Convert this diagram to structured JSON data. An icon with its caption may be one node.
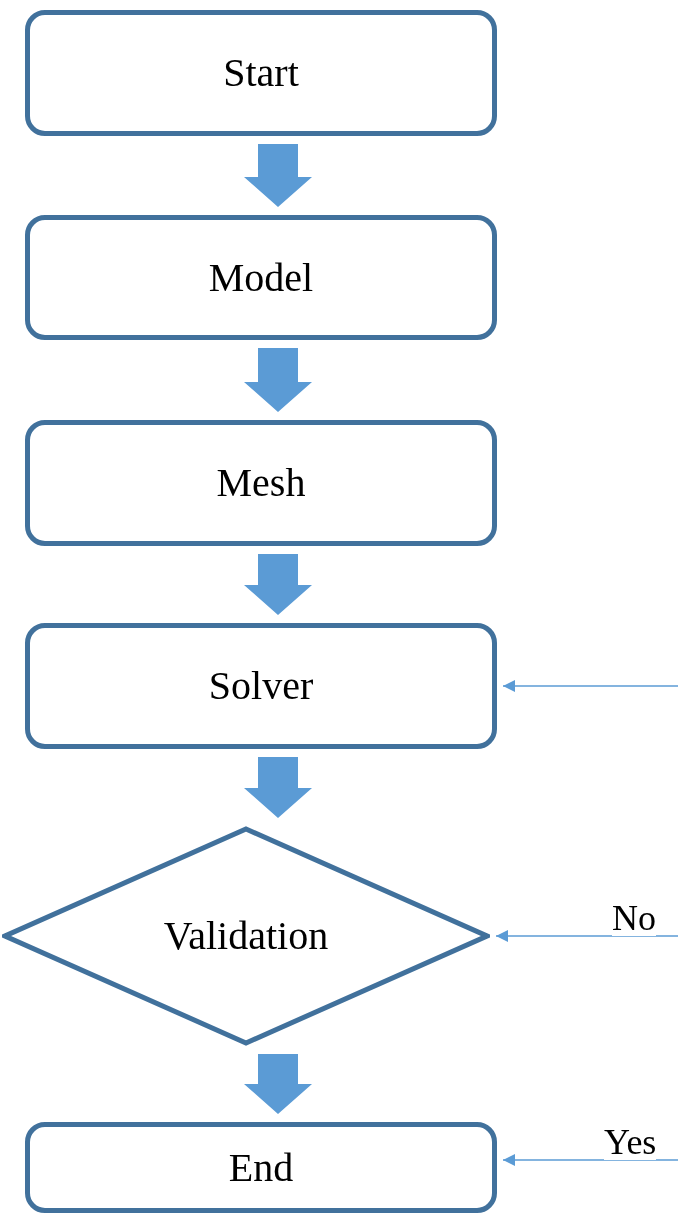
{
  "diagram": {
    "nodes": [
      {
        "text": [
          "Start"
        ]
      },
      {
        "text": [
          "Model"
        ]
      },
      {
        "text": [
          "Mesh"
        ]
      },
      {
        "text": [
          "Solver"
        ]
      },
      {
        "text": [
          "Validation"
        ]
      },
      {
        "text": [
          "End"
        ]
      }
    ],
    "edges": [
      {
        "from": 0,
        "to": 1,
        "arrow": "to",
        "style": "thick"
      },
      {
        "from": 1,
        "to": 2,
        "arrow": "to",
        "style": "thick"
      },
      {
        "from": 2,
        "to": 3,
        "arrow": "to",
        "style": "thick"
      },
      {
        "from": 3,
        "to": 4,
        "arrow": "to",
        "style": "thick"
      },
      {
        "from": 4,
        "to": 5,
        "arrow": "to",
        "style": "thick"
      },
      {
        "from": null,
        "to": 3,
        "arrow": "to"
      },
      {
        "from": null,
        "to": 4,
        "arrow": "to",
        "label": "No"
      },
      {
        "from": null,
        "to": 5,
        "arrow": "to",
        "label": "Yes"
      }
    ]
  }
}
